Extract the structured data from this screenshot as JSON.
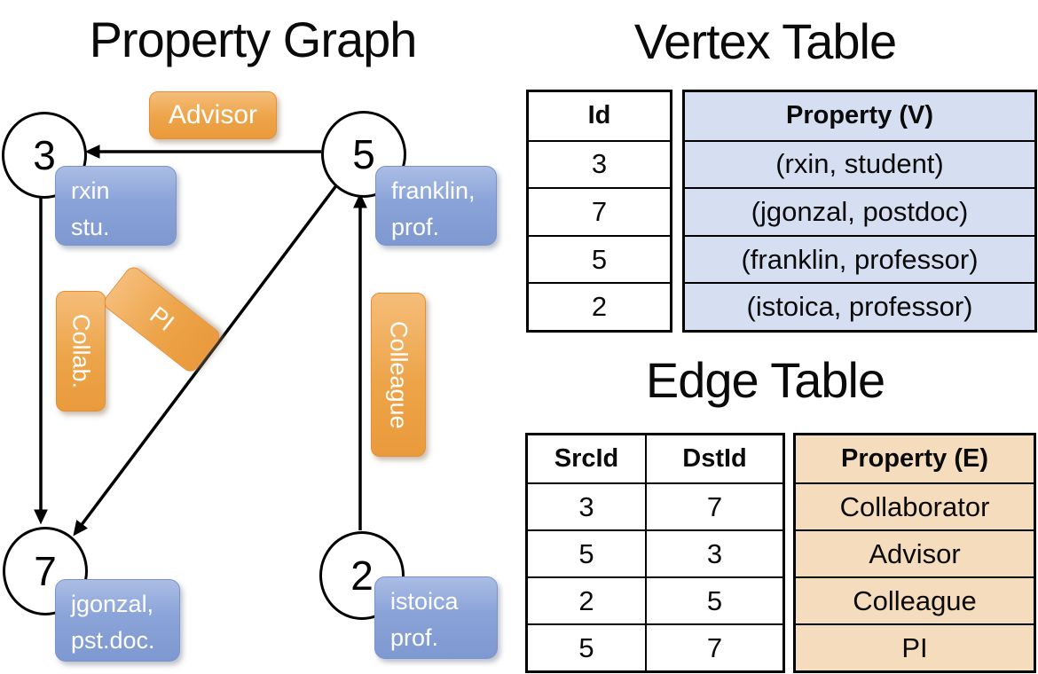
{
  "graph": {
    "title": "Property Graph",
    "nodes": [
      {
        "id": "3"
      },
      {
        "id": "5"
      },
      {
        "id": "7"
      },
      {
        "id": "2"
      }
    ],
    "vertex_boxes": [
      {
        "line1": "rxin",
        "line2": "stu."
      },
      {
        "line1": "franklin,",
        "line2": "prof."
      },
      {
        "line1": "jgonzal,",
        "line2": "pst.doc."
      },
      {
        "line1": "istoica",
        "line2": "prof."
      }
    ],
    "edge_labels": {
      "advisor": "Advisor",
      "collab": "Collab.",
      "pi": "PI",
      "colleague": "Colleague"
    }
  },
  "vertex_table": {
    "title": "Vertex Table",
    "columns": [
      "Id",
      "Property (V)"
    ],
    "rows": [
      [
        "3",
        "(rxin, student)"
      ],
      [
        "7",
        "(jgonzal, postdoc)"
      ],
      [
        "5",
        "(franklin, professor)"
      ],
      [
        "2",
        "(istoica, professor)"
      ]
    ]
  },
  "edge_table": {
    "title": "Edge Table",
    "columns": [
      "SrcId",
      "DstId",
      "Property (E)"
    ],
    "rows": [
      [
        "3",
        "7",
        "Collaborator"
      ],
      [
        "5",
        "3",
        "Advisor"
      ],
      [
        "2",
        "5",
        "Colleague"
      ],
      [
        "5",
        "7",
        "PI"
      ]
    ]
  },
  "colors": {
    "edge_label_orange": "#ED9F45",
    "vertex_label_blue": "#7F9AD2",
    "vertex_property_bg": "#D6DFF1",
    "edge_property_bg": "#F4DCBD",
    "line_black": "#000000"
  }
}
